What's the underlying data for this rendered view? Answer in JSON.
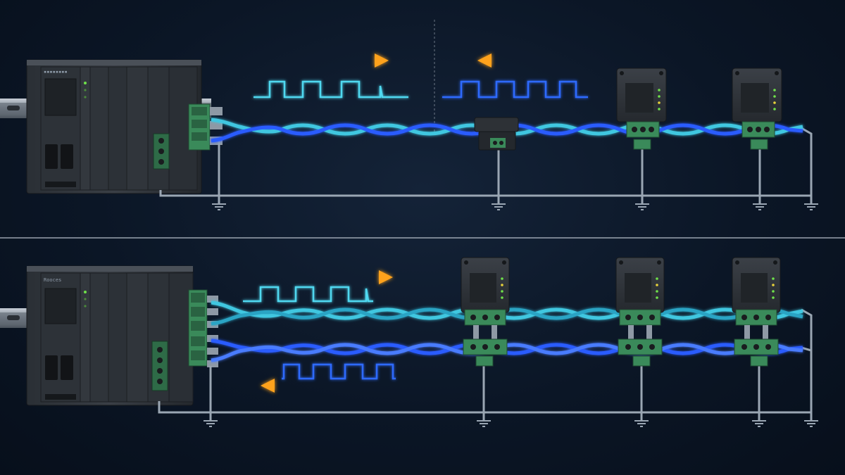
{
  "panels": [
    {
      "id": "half-duplex",
      "controller_label": "",
      "devices": 3,
      "pairs": 1,
      "arrows": [
        "right",
        "left"
      ]
    },
    {
      "id": "full-duplex",
      "controller_label": "Rooces",
      "devices": 3,
      "pairs": 2,
      "arrows": [
        "right",
        "left"
      ]
    }
  ],
  "colors": {
    "background": "#0b1626",
    "wire_cyan": "#3fc7e0",
    "wire_blue": "#2b5cff",
    "signal_cyan": "#4fd8f0",
    "signal_blue": "#2f6bff",
    "arrow_orange": "#ffa21a",
    "terminal_green": "#3a8a5a",
    "ground_rail": "#9aa6b3",
    "led_green": "#6fe04a",
    "led_yellow": "#e8d23a",
    "divider": "#c9d2dc"
  },
  "icons": [
    "plc-controller-icon",
    "din-rail-icon",
    "field-device-icon",
    "ground-symbol-icon",
    "twisted-pair-cable-icon",
    "square-wave-icon",
    "direction-arrow-icon"
  ]
}
